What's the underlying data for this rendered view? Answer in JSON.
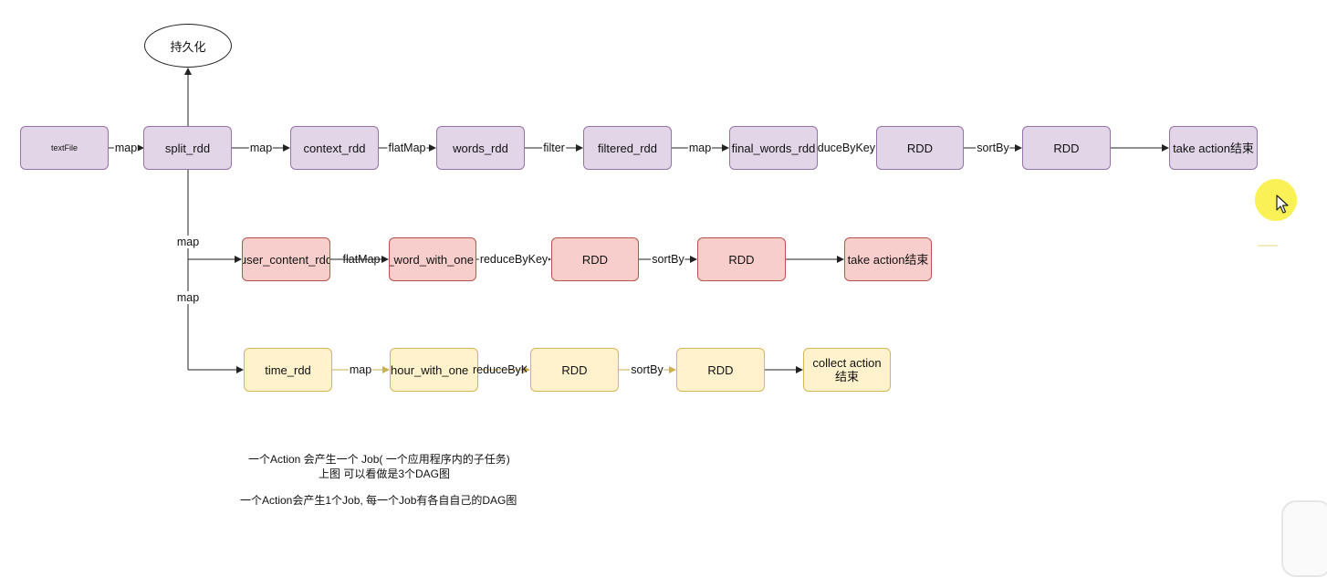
{
  "persist_node": "持久化",
  "row1": {
    "nodes": [
      "textFile",
      "split_rdd",
      "context_rdd",
      "words_rdd",
      "filtered_rdd",
      "final_words_rdd",
      "RDD",
      "RDD",
      "take action结束"
    ],
    "edges": [
      "map",
      "map",
      "flatMap",
      "filter",
      "map",
      "reduceByKey",
      "sortBy"
    ]
  },
  "branch_labels": [
    "map",
    "map"
  ],
  "row2": {
    "nodes": [
      "user_content_rdd",
      "user_word_with_one",
      "RDD",
      "RDD",
      "take action结束"
    ],
    "edges": [
      "flatMap",
      "reduceByKey",
      "sortBy"
    ]
  },
  "row3": {
    "nodes": [
      "time_rdd",
      "hour_with_one",
      "RDD",
      "RDD",
      "collect action结束"
    ],
    "edges": [
      "map",
      "reduceByKey",
      "sortBy"
    ]
  },
  "notes": {
    "line1": "一个Action 会产生一个 Job( 一个应用程序内的子任务)",
    "line2": "上图 可以看做是3个DAG图",
    "line3": "一个Action会产生1个Job, 每一个Job有各自自己的DAG图"
  }
}
